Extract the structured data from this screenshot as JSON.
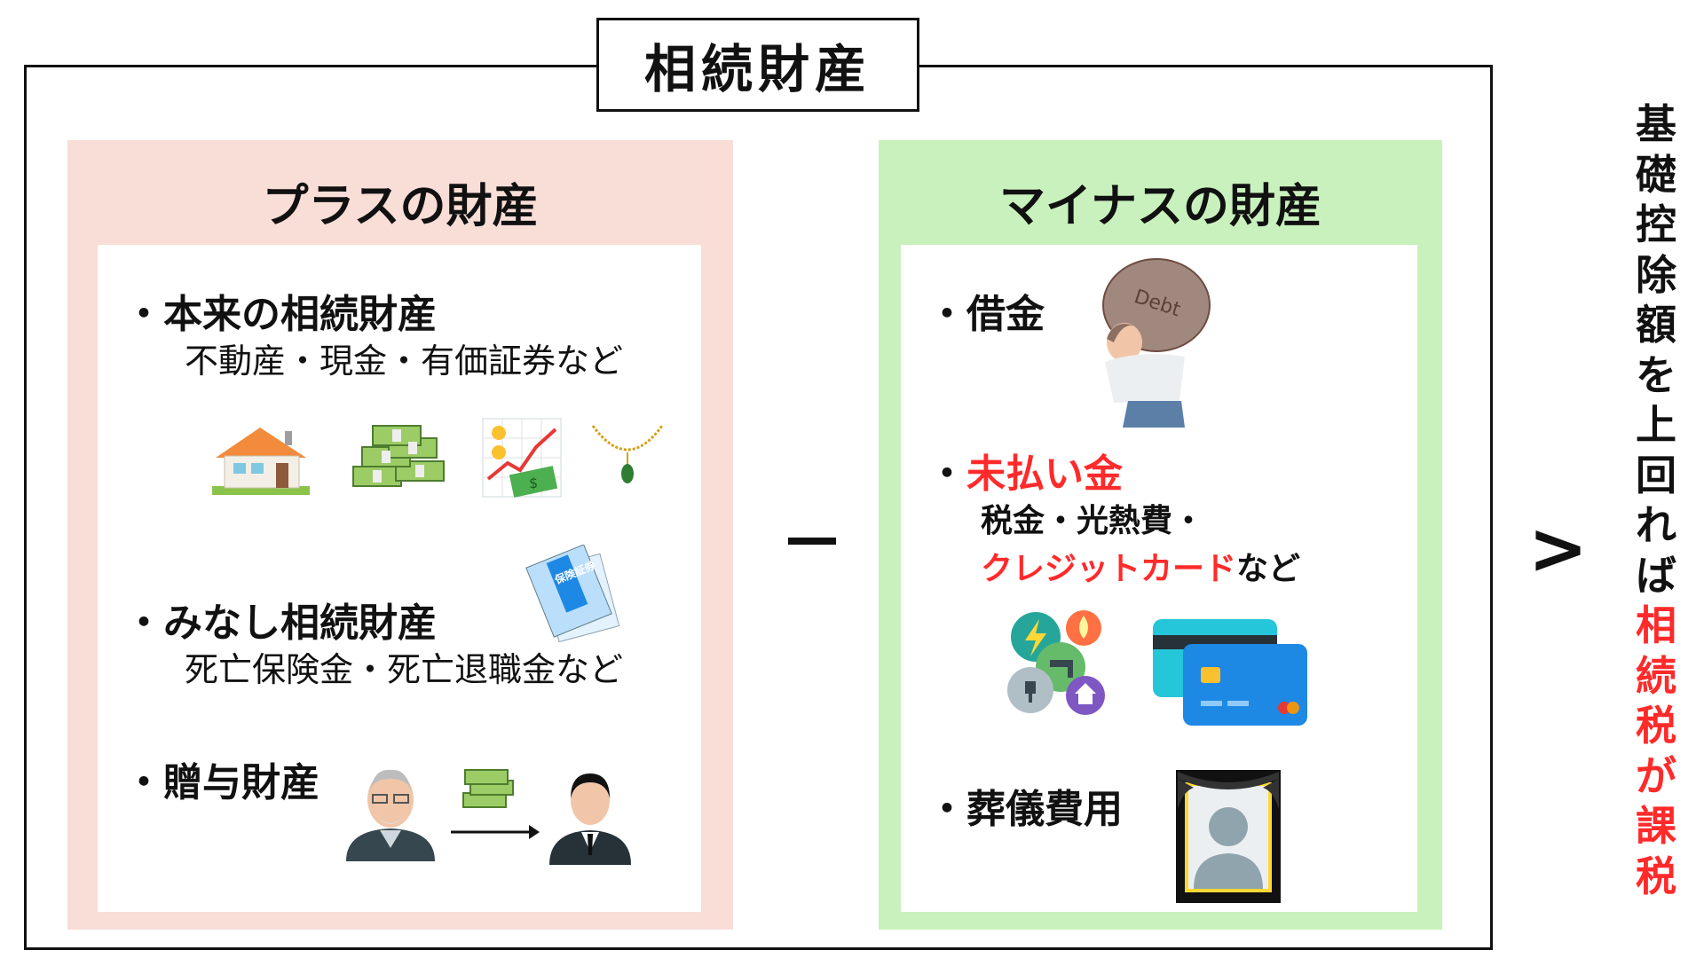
{
  "title": "相続財産",
  "plus": {
    "heading": "プラスの財産",
    "items": [
      {
        "label": "・本来の相続財産",
        "detail": "不動産・現金・有価証券など"
      },
      {
        "label": "・みなし相続財産",
        "detail": "死亡保険金・死亡退職金など",
        "badge": "保険証券"
      },
      {
        "label": "・贈与財産"
      }
    ]
  },
  "operator_minus": "−",
  "minus": {
    "heading": "マイナスの財産",
    "items": [
      {
        "label": "・借金",
        "image_text": "Debt"
      },
      {
        "label_prefix": "・",
        "label_red": "未払い金",
        "detail_line1": "税金・光熱費・",
        "detail_red": "クレジットカード",
        "detail_suffix": "など"
      },
      {
        "label": "・葬儀費用"
      }
    ]
  },
  "operator_gt": ">",
  "conclusion": {
    "black_chars": [
      "基",
      "礎",
      "控",
      "除",
      "額",
      "を",
      "上",
      "回",
      "れ",
      "ば"
    ],
    "red_chars": [
      "相",
      "続",
      "税",
      "が",
      "課",
      "税"
    ]
  },
  "colors": {
    "plus_bg": "#f9ddd7",
    "minus_bg": "#c9f1bd",
    "accent_red": "#ff2a2a",
    "border": "#111111"
  },
  "icons": [
    "house-icon",
    "cash-stack-icon",
    "stock-chart-icon",
    "necklace-icon",
    "insurance-certificate-icon",
    "elderly-man-icon",
    "cash-transfer-icon",
    "businessman-icon",
    "debt-sack-woman-icon",
    "utilities-icon",
    "credit-card-icon",
    "memorial-portrait-icon"
  ]
}
